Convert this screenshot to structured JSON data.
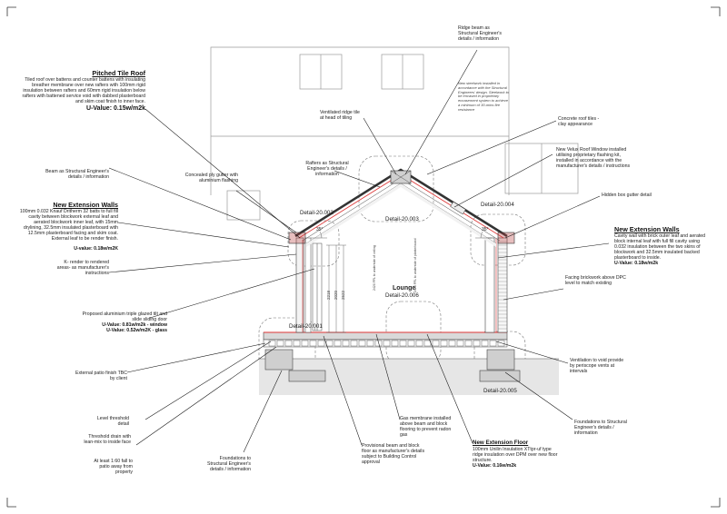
{
  "notes": {
    "pitched_roof": {
      "heading": "Pitched Tile Roof",
      "body": "Tiled roof over battens and counter battens with insulating breather membrane over new rafters with 100mm rigid insulation between rafters and 60mm rigid insulation below rafters with battened service void with dabbed plasterboard and skim coat finish to inner face.",
      "uvalue": "U-Value: 0.15w/m2k"
    },
    "beam_left": "Beam as Structural Engineer's details / information",
    "concealed_gutter": "Concealed ply gutter with aluminium flashing",
    "ext_walls_left": {
      "heading": "New Extension Walls",
      "body": "100mm 0.032 Knauf Dritherm 32 batts to full fill cavity between blockwork external leaf and aerated blockwork inner leaf, with 15mm drylining, 32.5mm insulated plasterboard with 12.5mm plasterboard facing and skim coat. External leaf to be render finish.",
      "uvalue": "U-value: 0.18w/m2K"
    },
    "k_render": "K- render to rendered areas- as manufacturer's instructions",
    "sliding_door": {
      "body": "Proposed aluminium triple glazed tilt and slide sliding door",
      "uvalue_window": "U-Value: 0.81w/m2k - window",
      "uvalue_glass": "U-Value: 0.52w/m2K - glass"
    },
    "external_patio": "External patio finish TBC by client",
    "level_threshold": "Level threshold detail",
    "threshold_drain": "Threshold drain with lean-mix to inside face",
    "fall_note": "At least 1:60 fall to patio away from property",
    "foundations_bottom": "Foundations to Structural Engineer's details / information",
    "provisional_beam": "Provisional beam and block floor as manufacturer's details subject to Building Control approval",
    "gas_membrane": "Gas membrane installed above beam and block flooring to prevent radon gas",
    "ext_floor": {
      "heading": "New Extension Floor",
      "body": "100mm Unilin Insulation XTtpr-uf type ridge insulation over DPM over new floor structure.",
      "uvalue": "U-Value: 0.16w/m2k"
    },
    "foundations_right": "Foundations to Structural Engineer's details / information",
    "ventilation_void": "Ventilation to void provide by periscope vents at intervals",
    "facing_brickwork": "Facing brickwork above DPC level to match existing",
    "ext_walls_right": {
      "heading": "New Extension Walls",
      "body": "Cavity wall with brick outer leaf and aerated block internal leaf with full fill cavity using 0.032 insulation between the two skins of blockwork and 32.5mm insulated backed plasterboard to inside.",
      "uvalue": "U-Value: 0.18w/m2k"
    },
    "hidden_gutter": "Hidden box gutter detail",
    "velux": "New Velux Roof Window installed utilising proprietary flashing kit, installed in accordance with the manufacturer's details / instructions",
    "concrete_tiles": "Concrete roof tiles - clay appearance",
    "ridge_beam": "Ridge beam as Structural Engineer's details / information",
    "ridge_small": "New steelwork installed in accordance with the Structural Engineers' design. Steelwork to be encased in proprietary encasement system to achieve a minimum of 30-mins fire resistance",
    "vent_ridge": "Ventilated ridge tile at head of tiling",
    "rafters": "Rafters as Structural Engineer's details / information"
  },
  "details": {
    "d002": "Detail-20.002",
    "d003": "Detail-20.003",
    "d004": "Detail-20.004",
    "d001": "Detail-20.001",
    "d006": "Detail-20.006",
    "d005": "Detail-20.005"
  },
  "room": "Lounge",
  "dims": {
    "pitch_left": "35°",
    "pitch_right": "35°",
    "h1": "2218",
    "h2": "2020",
    "h3": "2522"
  },
  "small_text": {
    "v1": "2420 FFL to underside of ceiling",
    "v2": "2420 FFL to underside of plasterboard"
  }
}
